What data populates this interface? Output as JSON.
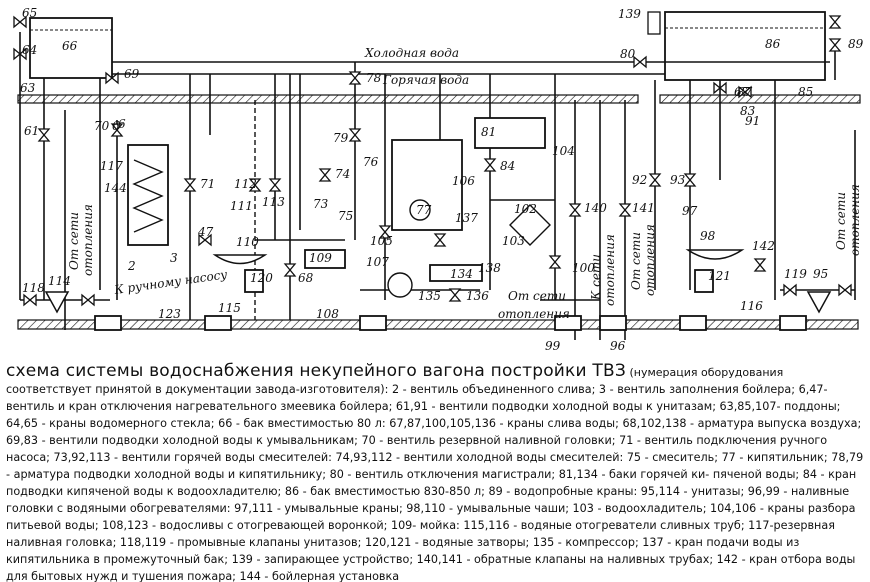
{
  "diagram": {
    "pipe_labels": {
      "cold_water": "Холодная вода",
      "hot_water": "Горячая вода",
      "to_hand_pump": "К ручному насосу",
      "heating_left": [
        "От сети",
        "отопления"
      ],
      "heating_center": [
        "От сети",
        "отопления"
      ],
      "heating_to": [
        "К сети",
        "отопления"
      ],
      "heating_right": [
        "От сети",
        "отопления"
      ],
      "heating_right2": [
        "От сети",
        "отопления"
      ]
    },
    "numbers": [
      "65",
      "64",
      "66",
      "63",
      "69",
      "61",
      "70",
      "6",
      "117",
      "144",
      "71",
      "47",
      "3",
      "2",
      "118",
      "114",
      "112",
      "111",
      "113",
      "73",
      "74",
      "75",
      "110",
      "120",
      "68",
      "109",
      "78",
      "79",
      "76",
      "105",
      "77",
      "106",
      "137",
      "134",
      "138",
      "135",
      "136",
      "107",
      "81",
      "84",
      "102",
      "103",
      "104",
      "140",
      "100",
      "99",
      "96",
      "141",
      "92",
      "93",
      "97",
      "98",
      "121",
      "142",
      "119",
      "95",
      "116",
      "115",
      "123",
      "108",
      "139",
      "80",
      "86",
      "89",
      "87",
      "85",
      "83",
      "91",
      "6",
      "67"
    ]
  },
  "caption": {
    "title": "схема системы водоснабжения некупейного вагона постройки ТВЗ",
    "note": "(нумерация оборудования",
    "body": "соответствует принятой в документации завода-изготовителя): 2 - вентиль объединенного слива; 3 - вентиль заполнения бойлера; 6,47- вентиль и кран отключения нагревательного змеевика бойлера; 61,91 - вентили подводки холодной воды к унитазам; 63,85,107- поддоны; 64,65 - краны водомерного стекла; 66 - бак вместимостью 80 л: 67,87,100,105,136 - краны слива воды; 68,102,138 - арматура выпуска воздуха; 69,83 - вентили подводки холодной воды к умывальникам; 70 - вентиль резервной наливной головки; 71 - вентиль подключения ручного насоса; 73,92,113 - вентили горячей воды смесителей: 74,93,112 - вентили холодной воды смесителей: 75 - смеситель; 77 - кипятильник; 78,79 - арматура подводки холодной воды и кипятильнику; 80 - вентиль отключения магистрали; 81,134 - баки горячей ки- пяченой воды; 84 - кран подводки кипяченой воды к водоохладителю; 86 - бак вместимостью 830-850 л; 89 - водопробные краны: 95,114 - унитазы; 96,99 - наливные головки с водяными обогревателями: 97,111 - умывальные краны; 98,110 - умывальные чаши; 103 - водоохладитель; 104,106 - краны разбора питьевой воды; 108,123 - водосливы с отогревающей воронкой; 109- мойка: 115,116 - водяные отогреватели сливных труб; 117-резервная наливная головка; 118,119 - промывные клапаны унитазов; 120,121 - водяные затворы; 135 - компрессор; 137 - кран подачи воды из кипятильника в промежуточный бак; 139 - запирающее устройство; 140,141 - обратные клапаны на наливных трубах; 142 - кран отбора воды для бытовых нужд и тушения пожара; 144 - бойлерная установка"
  }
}
